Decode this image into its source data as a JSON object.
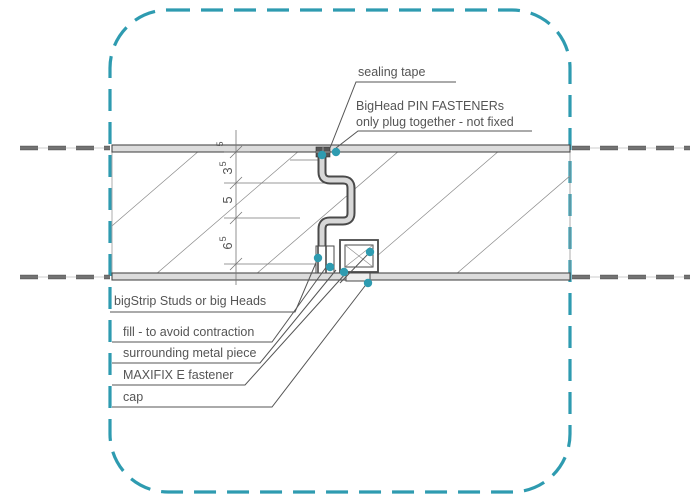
{
  "colors": {
    "accent": "#2e9bb0",
    "wall_stroke": "#4a4a4a",
    "wall_fill": "#dcdcdc",
    "guide_dash": "#666666",
    "hatch": "#8a8a8a",
    "text": "#555555"
  },
  "labels": {
    "sealing_tape": "sealing tape",
    "bighead_pin_line1": "BigHead  PIN FASTENERs",
    "bighead_pin_line2": "only plug together - not fixed",
    "bigstrip": "bigStrip Studs  or  big Heads",
    "fill": "fill - to avoid contraction",
    "surrounding": "surrounding metal piece",
    "maxifix": "MAXIFIX  E     fastener",
    "cap": "cap"
  },
  "dimensions": {
    "d1_main": "3",
    "d1_sup": "5",
    "d2_main": "5",
    "d3_main": "6",
    "d3_sup": "5",
    "d4_main": "5"
  }
}
